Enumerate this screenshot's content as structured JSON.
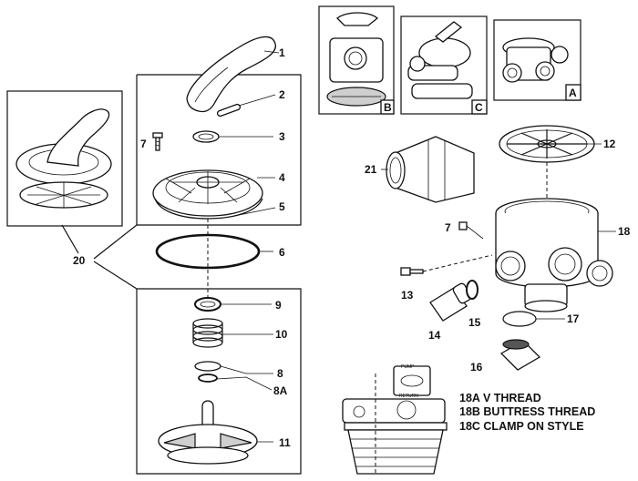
{
  "callouts": {
    "p1": "1",
    "p2": "2",
    "p3": "3",
    "p4": "4",
    "p5": "5",
    "p6": "6",
    "p7a": "7",
    "p7b": "7",
    "p8": "8",
    "p8a": "8A",
    "p9": "9",
    "p10": "10",
    "p11": "11",
    "p12": "12",
    "p13": "13",
    "p14": "14",
    "p15": "15",
    "p16": "16",
    "p17": "17",
    "p18": "18",
    "p20": "20",
    "p21": "21"
  },
  "variants": {
    "a": "A",
    "b": "B",
    "c": "C"
  },
  "thread_notes": {
    "n18a": "18A V THREAD",
    "n18b": "18B BUTTRESS THREAD",
    "n18c": "18C CLAMP ON STYLE"
  },
  "port_labels": {
    "pump": "PUMP",
    "return": "RETURN"
  }
}
